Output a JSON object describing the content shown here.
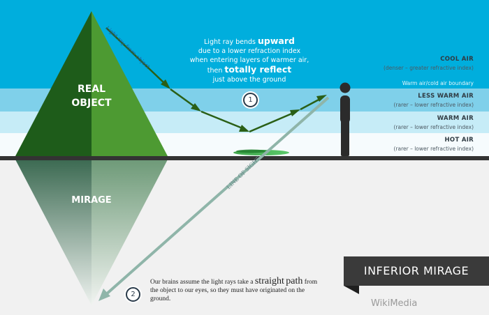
{
  "layers": [
    {
      "name": "COOL AIR",
      "desc": "(denser – greater refractive index)"
    },
    {
      "name": "LESS WARM AIR",
      "desc": "(rarer – lower refractive index)"
    },
    {
      "name": "WARM AIR",
      "desc": "(rarer – lower refractive index)"
    },
    {
      "name": "HOT AIR",
      "desc": "(rarer – lower refractive index)"
    }
  ],
  "boundary_label": "Warm air/cold air boundary",
  "real_object": {
    "line1": "REAL",
    "line2": "OBJECT"
  },
  "mirage_label": "MIRAGE",
  "ray_label": "Light ray from object",
  "line_of_sight_label": "LINE OF SIGHT",
  "bend_text": {
    "line1a": "Light ray bends ",
    "line1b": "upward",
    "line2": "due to a lower refraction index",
    "line3": "when entering layers of warmer air,",
    "line4a": "then ",
    "line4b": "totally reflect",
    "line5": "just above the ground"
  },
  "markers": {
    "one": "1",
    "two": "2"
  },
  "brain_text": {
    "part1": "Our brains assume the light rays take a ",
    "straight": "straight",
    "path": "path",
    "part2": " from the object to our eyes, so they ",
    "must": "must",
    "part3": " have originated on the ground."
  },
  "title": "INFERIOR MIRAGE",
  "credit": "WikiMedia",
  "colors": {
    "cool_air": "#00aedd",
    "less_warm_air": "#7fd0ea",
    "warm_air": "#c6ecf7",
    "hot_air": "#f6fbfd",
    "ground": "#333333",
    "pyramid_dark": "#1e5c1a",
    "pyramid_light": "#4d9a32",
    "ray": "#2a5f16",
    "sight_line": "#8fb5a9"
  }
}
